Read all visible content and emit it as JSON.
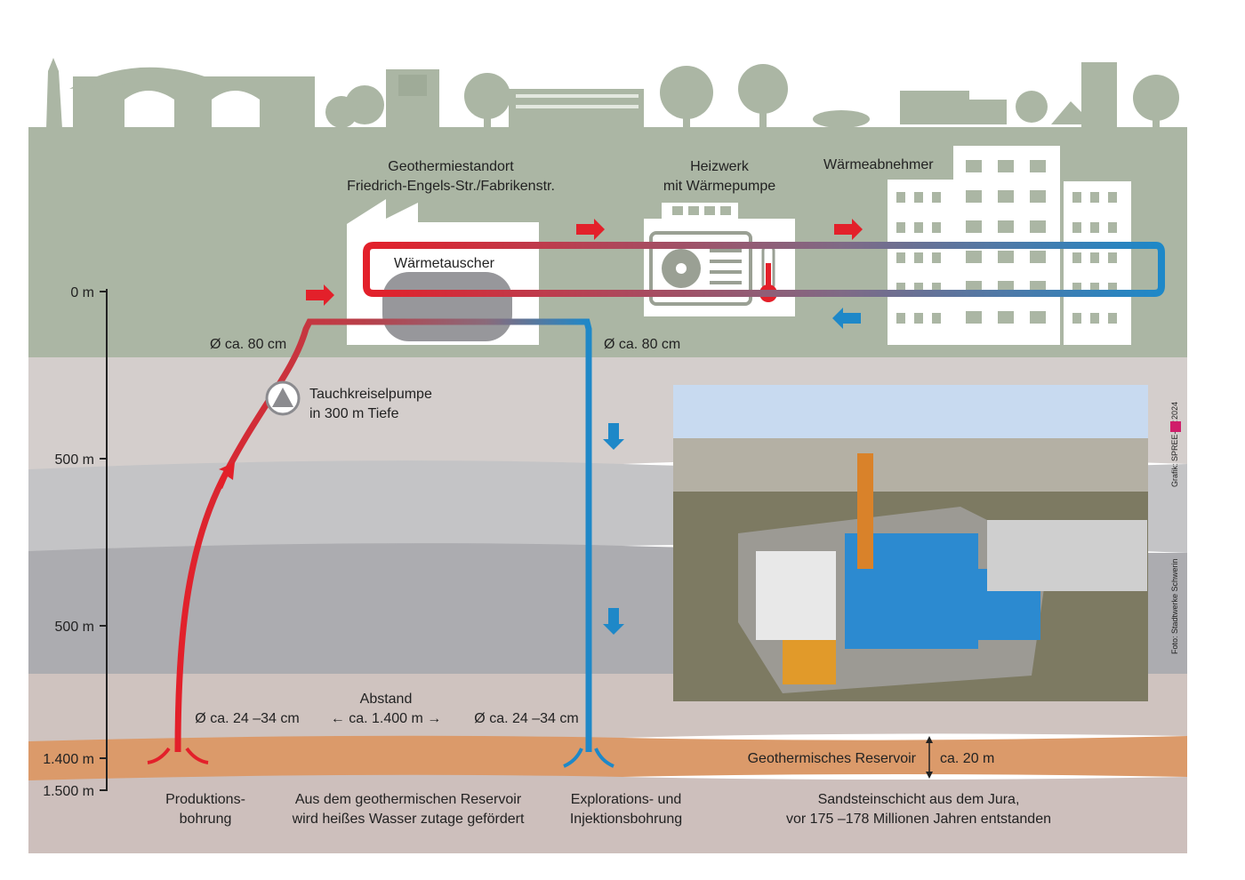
{
  "surface": {
    "site_title_line1": "Geothermiestandort",
    "site_title_line2": "Friedrich-Engels-Str./Fabrikenstr.",
    "heat_exchanger": "Wärmetauscher",
    "heating_plant_line1": "Heizwerk",
    "heating_plant_line2": "mit Wärmepumpe",
    "consumer": "Wärmeabnehmer",
    "pipe_diameter_left": "Ø ca. 80 cm",
    "pipe_diameter_right": "Ø ca. 80 cm"
  },
  "pump": {
    "line1": "Tauchkreiselpumpe",
    "line2": "in 300 m Tiefe"
  },
  "depth_scale": [
    "0 m",
    "500 m",
    "500 m",
    "1.400 m",
    "1.500 m"
  ],
  "wells": {
    "diameter_left": "Ø ca. 24 –34 cm",
    "diameter_right": "Ø ca. 24 –34 cm",
    "distance_line1": "Abstand",
    "distance_line2": "← ca. 1.400 m →"
  },
  "reservoir": {
    "label": "Geothermisches Reservoir",
    "thickness": "ca. 20 m"
  },
  "bottom": {
    "production_line1": "Produktions-",
    "production_line2": "bohrung",
    "hot_water_line1": "Aus dem geothermischen Reservoir",
    "hot_water_line2": "wird heißes Wasser zutage gefördert",
    "injection_line1": "Explorations- und",
    "injection_line2": "Injektionsbohrung",
    "sandstone_line1": "Sandsteinschicht aus dem Jura,",
    "sandstone_line2": "vor 175 –178 Millionen Jahren entstanden"
  },
  "credits": {
    "photo": "Foto: Stadtwerke Schwerin",
    "graphic": "Grafik: SPREE-PR",
    "year": "2024"
  },
  "colors": {
    "hot": "#e3202a",
    "cold": "#1e88c8",
    "surface": "#abb6a4",
    "reservoir": "#db9a6a"
  }
}
